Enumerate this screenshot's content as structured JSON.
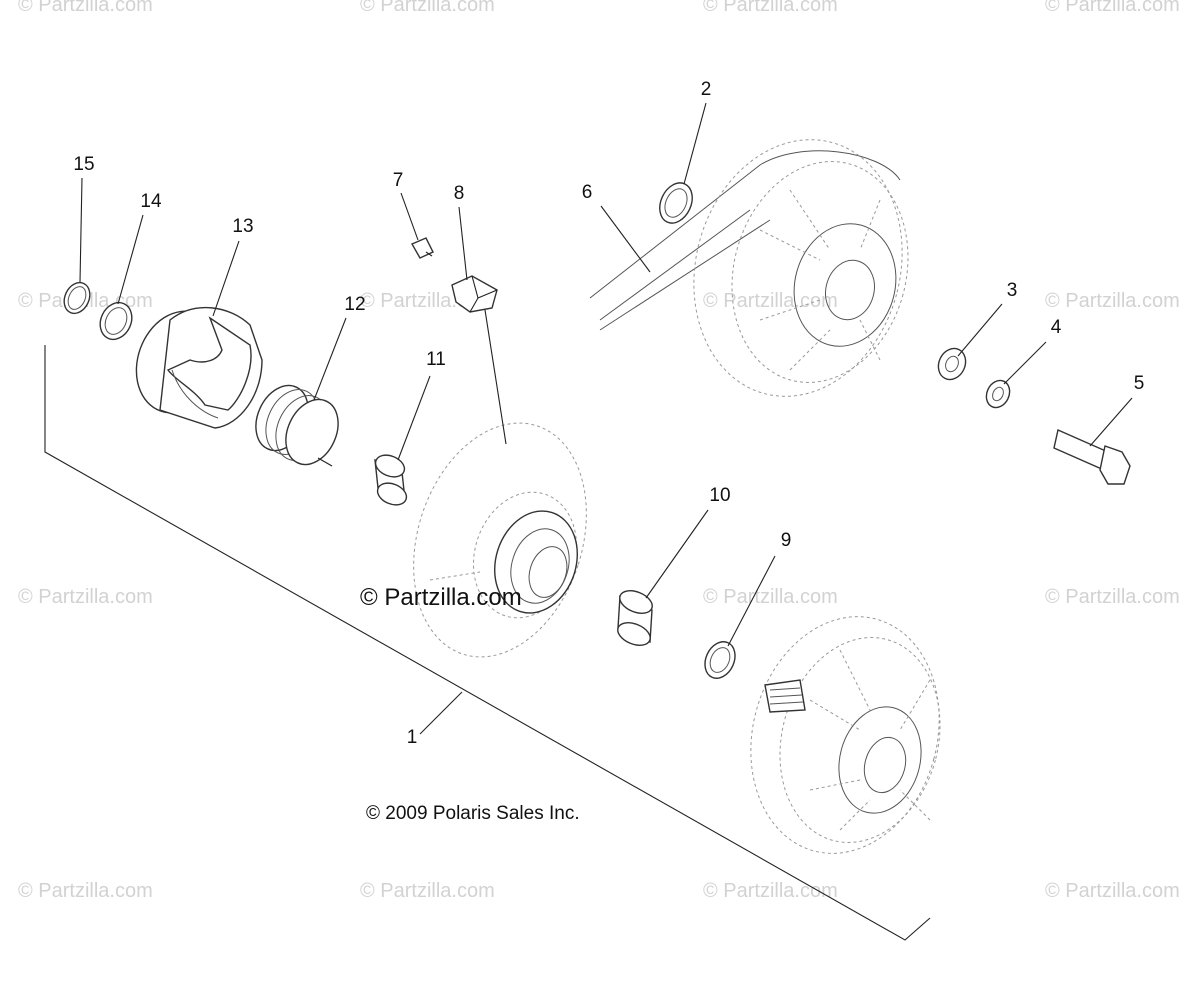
{
  "watermark_text": "© Partzilla.com",
  "center_brand": "© Partzilla.com",
  "copyright": "© 2009 Polaris Sales Inc.",
  "callouts": {
    "c1": "1",
    "c2": "2",
    "c3": "3",
    "c4": "4",
    "c5": "5",
    "c6": "6",
    "c7": "7",
    "c8": "8",
    "c9": "9",
    "c10": "10",
    "c11": "11",
    "c12": "12",
    "c13": "13",
    "c14": "14",
    "c15": "15"
  },
  "colors": {
    "line": "#222222",
    "watermark": "#d2d2d2",
    "dash": "#999999"
  }
}
